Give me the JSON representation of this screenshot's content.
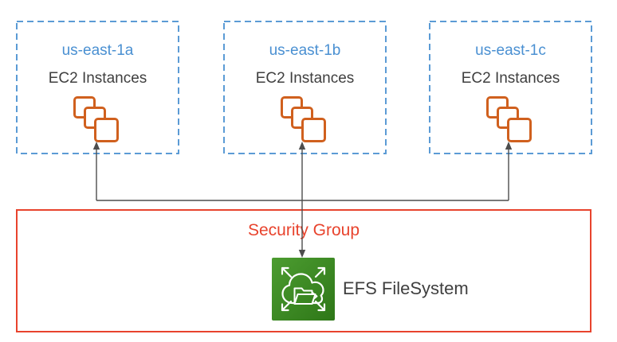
{
  "zones": [
    {
      "label": "us-east-1a",
      "resource": "EC2 Instances"
    },
    {
      "label": "us-east-1b",
      "resource": "EC2 Instances"
    },
    {
      "label": "us-east-1c",
      "resource": "EC2 Instances"
    }
  ],
  "security_group": {
    "label": "Security Group"
  },
  "efs": {
    "label": "EFS FileSystem"
  },
  "connections": [
    {
      "from": "EFS FileSystem",
      "to": "us-east-1a",
      "type": "arrow"
    },
    {
      "from": "EFS FileSystem",
      "to": "us-east-1b",
      "type": "arrow"
    },
    {
      "from": "EFS FileSystem",
      "to": "us-east-1c",
      "type": "arrow"
    }
  ],
  "icons": {
    "ec2": "stacked-squares-icon",
    "efs": "efs-cloud-folder-arrows-icon",
    "connector": "arrow-line"
  },
  "colors": {
    "zone_border_blue": "#5B9BD5",
    "zone_label_blue": "#4A90D2",
    "body_text_gray": "#3F3F3F",
    "ec2_icon_orange": "#D0601E",
    "security_group_red": "#E8432D",
    "connector_gray": "#4D4D4D",
    "efs_green_light": "#4C9C30",
    "efs_green_dark": "#2E7718"
  }
}
